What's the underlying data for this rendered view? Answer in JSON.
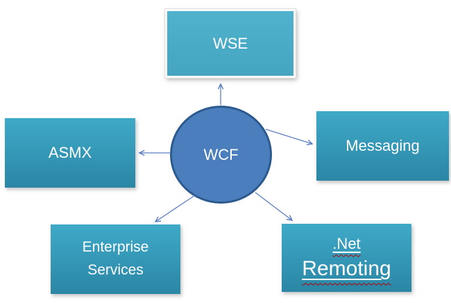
{
  "diagram": {
    "description": "WCF center hub connected by arrows to predecessor communication technologies",
    "center_node": {
      "label": "WCF"
    },
    "nodes": {
      "wse": {
        "label": "WSE"
      },
      "asmx": {
        "label": "ASMX"
      },
      "messaging": {
        "label": "Messaging"
      },
      "enterprise_services": {
        "line1": "Enterprise",
        "line2": "Services"
      },
      "net_remoting": {
        "line1": ".Net",
        "line2": "Remoting"
      }
    },
    "arrows": [
      {
        "name": "wcf-to-wse",
        "from": "WCF",
        "to": "WSE"
      },
      {
        "name": "wcf-to-asmx",
        "from": "WCF",
        "to": "ASMX"
      },
      {
        "name": "wcf-to-messaging",
        "from": "WCF",
        "to": "Messaging"
      },
      {
        "name": "wcf-to-enterprise-services",
        "from": "WCF",
        "to": "Enterprise Services"
      },
      {
        "name": "wcf-to-net-remoting",
        "from": "WCF",
        "to": ".Net Remoting"
      }
    ],
    "colors": {
      "box_gradient_top": "#3fa9c8",
      "box_gradient_bottom": "#2b86a5",
      "wse_fill_top": "#50b2cc",
      "wse_fill_bottom": "#45a5c1",
      "wse_frame": "#fdfdfd",
      "circle_fill": "#4a7ebc",
      "circle_border": "#2d5a8e",
      "arrow": "#5c7fc0",
      "text": "#ffffff",
      "spellcheck_underline": "#b30000",
      "background": "#ffffff"
    }
  }
}
